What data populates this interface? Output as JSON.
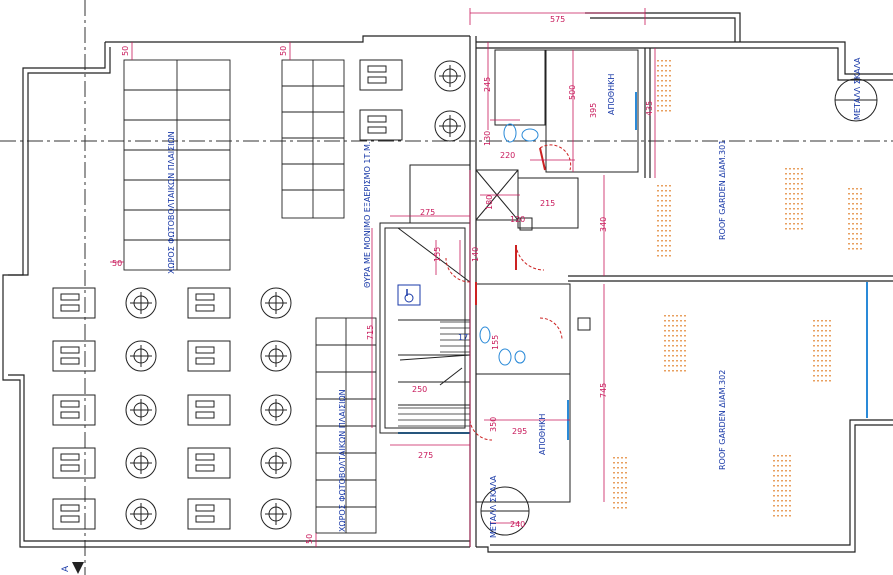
{
  "labels": {
    "roof_garden_301": "ROOF  GARDEN  ΔΙΑΜ.301",
    "roof_garden_302": "ROOF  GARDEN  ΔΙΑΜ.302",
    "pv_area_top": "ΧΩΡΟΣ ΦΩΤΟΒΟΛΤΑΙΚΩΝ ΠΛΑΙΣΙΩΝ",
    "pv_area_bottom": "ΧΩΡΟΣ ΦΩΤΟΒΟΛΤΑΙΚΩΝ ΠΛΑΙΣΙΩΝ",
    "fire_door": "ΘΥΡΑ ΜΕ ΜΟΝΙΜΟ ΕΞΑΕΡΙΣΜΟ 1Τ.Μ.",
    "storage_top": "ΑΠΟΘΗΚΗ",
    "storage_bottom": "ΑΠΟΘΗΚΗ",
    "metal_stair_top": "ΜΕΤΑΛΛ ΣΚΑΛΑ",
    "metal_stair_bottom": "ΜΕΤΑΛΛ ΣΚΑΛΑ",
    "stair_number": "17",
    "section_marker": "A"
  },
  "dimensions": {
    "d_575": "575",
    "d_50_a": "50",
    "d_50_b": "50",
    "d_50_c": "50",
    "d_50_d": "50",
    "d_245": "245",
    "d_395": "395",
    "d_500": "500",
    "d_435": "435",
    "d_220": "220",
    "d_130": "130",
    "d_215": "215",
    "d_340": "340",
    "d_275_a": "275",
    "d_275_b": "275",
    "d_120": "120",
    "d_155_a": "155",
    "d_155_b": "155",
    "d_140": "140",
    "d_715": "715",
    "d_745": "745",
    "d_350": "350",
    "d_295": "295",
    "d_250": "250",
    "d_240": "240",
    "d_180": "180"
  },
  "colors": {
    "wall": "#222222",
    "dimension": "#c8185a",
    "label": "#1a3aa8",
    "plant": "#e8a060",
    "door_swing": "#cc2222",
    "glass": "#2a8ad8",
    "axis": "#333333"
  }
}
